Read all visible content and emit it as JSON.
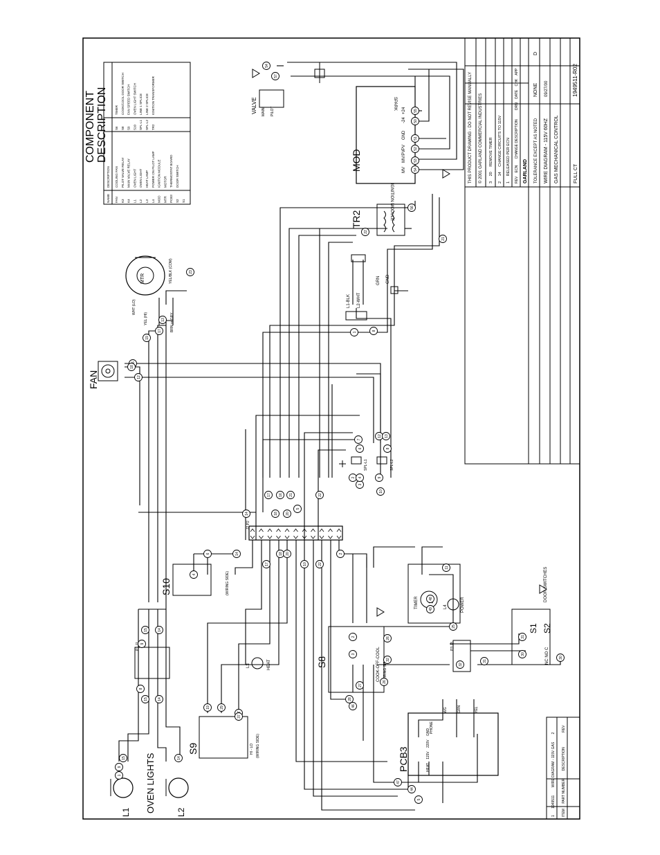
{
  "component_description": {
    "title_line1": "COMPONENT",
    "title_line2": "DESCRIPTION",
    "col_name": "NAME",
    "col_desc": "DESCRIPTION",
    "rows_left": [
      [
        "FAN",
        "COOLING FAN"
      ],
      [
        "K3",
        "PILOT VALVE RELAY"
      ],
      [
        "K4",
        "MAIN VALVE RELAY"
      ],
      [
        "L1",
        "OVEN LIGHT"
      ],
      [
        "L2",
        "OVEN LIGHT"
      ],
      [
        "L3",
        "HEAT LAMP"
      ],
      [
        "L4",
        "POWER ON PILOT LAMP"
      ],
      [
        "MOD",
        "IGNITION MODULE"
      ],
      [
        "MTR",
        "MOTOR"
      ],
      [
        "PCB3",
        "THERMOSTAT BOARD"
      ],
      [
        "S2",
        "DOOR SWITCH"
      ],
      [
        "S1",
        ""
      ]
    ],
    "rows_right": [
      [
        "S6",
        "TIMER"
      ],
      [
        "S8",
        "COOK/COOL DOOR SWITCH"
      ],
      [
        "S9",
        "FAN SPEED SWITCH"
      ],
      [
        "S10",
        "OVEN LIGHT SWITCH"
      ],
      [
        "SPL-L1",
        "LINE 1 SPLICE"
      ],
      [
        "SPL-L2",
        "LINE 2 SPLICE"
      ],
      [
        "TR2",
        "IGNITION TRANSFORMER"
      ]
    ]
  },
  "labels": {
    "mod": "MOD",
    "ignition_module": "IGNITION MODULE",
    "mod_pins": [
      "MV",
      "MV/PV",
      "PV",
      "GND",
      "-24",
      "+24"
    ],
    "spark": "SPARK",
    "valve": "VALVE",
    "valve_main": "MAIN",
    "valve_pilot": "PILOT",
    "tr2": "TR2",
    "fan": "FAN",
    "mtr": "MTR",
    "mtr_wht": "WHT (LO)",
    "mtr_yel": "YEL (HI)",
    "mtr_yelblk": "YEL/BLK (COM)",
    "mtr_brn": "BRN or GRY",
    "l1_blk": "L1-BLK",
    "l2_wht": "L2-WHT",
    "grn": "GRN",
    "gnd": "GND",
    "spl_l1": "SPL-L1",
    "spl_l2": "SPL-L2",
    "j2p2": "J2  P2",
    "s10": "S10",
    "s10_wiring": "(WIRING SIDE)",
    "timer": "TIMER",
    "s6": "S6",
    "l4_power": "POWER",
    "l4": "L4",
    "door_switches": "DOOR SWITCHES",
    "s1": "S1",
    "s2": "S2",
    "nc_no_c": "NC NO C",
    "s8": "S8",
    "s8_mode": "COOK-OFF-COOL",
    "s8_wiring": "(WIRING SIDE)",
    "l3": "L3",
    "heat": "HEAT",
    "p1j1": "P1  J1",
    "p3j3": "P3  J3",
    "s9": "S9",
    "s9_hilo": "HI - LO",
    "s9_wiring": "(WIRING SIDE)",
    "pcb3": "PCB3",
    "pcb3_phone": "PHONE",
    "pcb3_pins": [
      "HEAT",
      "115V",
      "220V",
      "GND"
    ],
    "pcb3_top": [
      "WG",
      "GRN",
      "YEL"
    ],
    "oven_lights": "OVEN LIGHTS",
    "l1": "L1",
    "l2": "L2"
  },
  "wire_numbers": [
    "1",
    "2",
    "3",
    "4",
    "5",
    "6",
    "7",
    "8",
    "9",
    "10",
    "11",
    "12",
    "13",
    "14",
    "15",
    "16",
    "17",
    "18",
    "19",
    "20",
    "21",
    "22",
    "23",
    "25",
    "26",
    "27",
    "28",
    "29",
    "30",
    "31",
    "32",
    "37",
    "44",
    "46",
    "47",
    "48",
    "49",
    "50",
    "51",
    "52",
    "53",
    "54",
    "55",
    "56",
    "57"
  ],
  "title_block": {
    "notice": "THIS PRODUCT DRAWING - DO NOT REVISE MANUALLY",
    "copyright": "© 2001 GARLAND COMMERCIAL INDUSTRIES",
    "rev_rows": [
      [
        "3",
        "20",
        "REMOVE TIMER"
      ],
      [
        "2",
        "14",
        "CHANGE CIRCUITS TO 115V"
      ],
      [
        "1",
        "",
        "RELEASED PER ECN"
      ]
    ],
    "rev_header": [
      "REV",
      "ECN",
      "CHANGE DESCRIPTION",
      "DRN",
      "DATE",
      "CHK",
      "APP"
    ],
    "company": "GARLAND",
    "tolerance": "TOLERANCE EXCEPT AS NOTED",
    "scale": "NONE",
    "size": "D",
    "description": "WIRE DIAGRAM - 115V 60HZ",
    "subdesc": "GAS MECHANICAL CONTROL",
    "drawing_no": "1949511-R02",
    "full_ct": "FULL CT",
    "date": "09/27/00",
    "bottom_left": [
      [
        "1",
        "1949511",
        "WIRE DIAGRAM - 115V GAS",
        "2"
      ],
      [
        "ITEM",
        "PART NUMBER",
        "DESCRIPTION",
        "REV"
      ]
    ]
  },
  "symbols": {
    "warning": "!"
  }
}
